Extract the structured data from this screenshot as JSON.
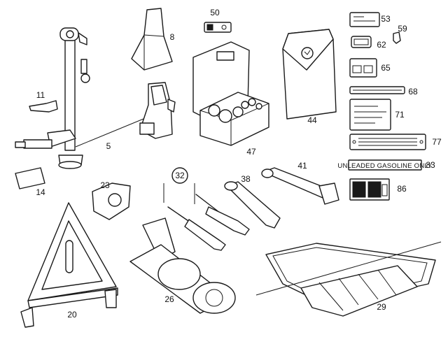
{
  "parts": [
    {
      "number": "5"
    },
    {
      "number": "8"
    },
    {
      "number": "11"
    },
    {
      "number": "14"
    },
    {
      "number": "20"
    },
    {
      "number": "23"
    },
    {
      "number": "26"
    },
    {
      "number": "29"
    },
    {
      "number": "32"
    },
    {
      "number": "38"
    },
    {
      "number": "41"
    },
    {
      "number": "44"
    },
    {
      "number": "47"
    },
    {
      "number": "50"
    },
    {
      "number": "53"
    },
    {
      "number": "59"
    },
    {
      "number": "62"
    },
    {
      "number": "65"
    },
    {
      "number": "68"
    },
    {
      "number": "71"
    },
    {
      "number": "77"
    },
    {
      "number": "83"
    },
    {
      "number": "86"
    }
  ],
  "fuel_label": {
    "text": "UNLEADED GASOLINE ONLY"
  }
}
